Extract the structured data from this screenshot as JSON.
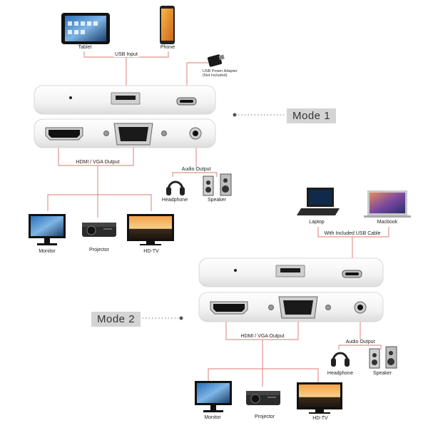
{
  "mode1": {
    "badge": "Mode 1",
    "inputs": {
      "tablet": "Tablet",
      "phone": "Phone",
      "usb_input": "USB Input",
      "power_adapter_line1": "USB Power Adapter",
      "power_adapter_line2": "(Not Included)"
    },
    "outputs": {
      "hdmi_vga": "HDMI / VGA Output",
      "audio": "Audio Output",
      "headphone": "Headphone",
      "speaker": "Speaker",
      "monitor": "Monitor",
      "projector": "Projector",
      "hdtv": "HD-TV"
    }
  },
  "mode2": {
    "badge": "Mode 2",
    "inputs": {
      "laptop": "Laptop",
      "macbook": "Macbook",
      "usb_cable": "With Included USB Cable"
    },
    "outputs": {
      "hdmi_vga": "HDMI / VGA Output",
      "audio": "Audio Output",
      "headphone": "Headphone",
      "speaker": "Speaker",
      "monitor": "Monitor",
      "projector": "Projector",
      "hdtv": "HD-TV"
    }
  }
}
